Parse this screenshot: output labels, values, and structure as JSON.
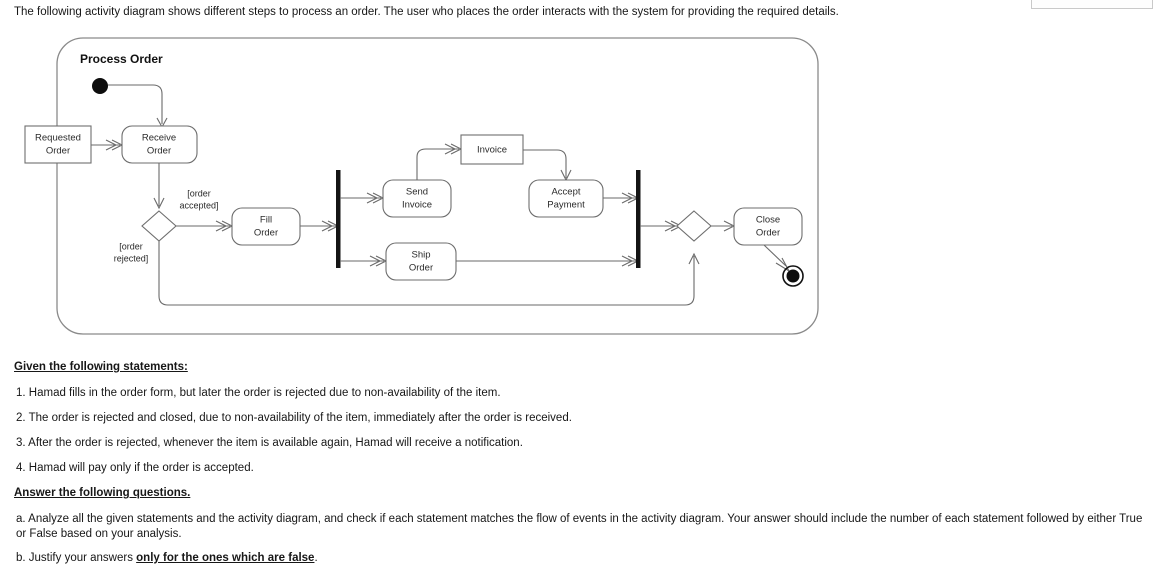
{
  "intro": {
    "text": "The following activity diagram shows different steps to process an order. The user who places the order interacts with the system for providing the required details."
  },
  "diagram": {
    "title": "Process Order",
    "nodes": {
      "initial": "initial-node",
      "requested_order": "Requested Order",
      "receive_order": "Receive Order",
      "fill_order": "Fill Order",
      "send_invoice": "Send Invoice",
      "invoice": "Invoice",
      "ship_order": "Ship Order",
      "accept_payment": "Accept Payment",
      "close_order": "Close Order",
      "final": "final-node"
    },
    "labels": {
      "requested_order_line1": "Requested",
      "requested_order_line2": "Order",
      "receive_order_line1": "Receive",
      "receive_order_line2": "Order",
      "fill_order_line1": "Fill",
      "fill_order_line2": "Order",
      "send_invoice_line1": "Send",
      "send_invoice_line2": "Invoice",
      "invoice": "Invoice",
      "ship_order_line1": "Ship",
      "ship_order_line2": "Order",
      "accept_payment_line1": "Accept",
      "accept_payment_line2": "Payment",
      "close_order_line1": "Close",
      "close_order_line2": "Order"
    },
    "guards": {
      "accepted_line1": "[order",
      "accepted_line2": "accepted]",
      "rejected_line1": "[order",
      "rejected_line2": "rejected]"
    },
    "colors": {
      "shape_stroke": "#6e6e6e",
      "edge": "#6a6a6a",
      "bar": "#141414",
      "frame": "#8a8a8a",
      "text": "#2b2b2b"
    }
  },
  "statements": {
    "heading": "Given the following statements:",
    "items": [
      "1. Hamad fills in the order form, but later the order is rejected due to non-availability of the item.",
      "2. The order is rejected and closed, due to non-availability of the item, immediately after the order is received.",
      "3. After the order is rejected, whenever the item is available again, Hamad will receive a notification.",
      "4. Hamad will pay only if the order is accepted."
    ]
  },
  "questions": {
    "heading": "Answer the following questions.",
    "a": "a. Analyze all the given statements and the activity diagram, and check if each statement matches the flow of events in the activity diagram. Your answer should include the number of each statement followed by either True or False based on your analysis.",
    "b_prefix": "b. Justify your answers ",
    "b_emphasis": "only for the ones which are false",
    "b_suffix": "."
  }
}
